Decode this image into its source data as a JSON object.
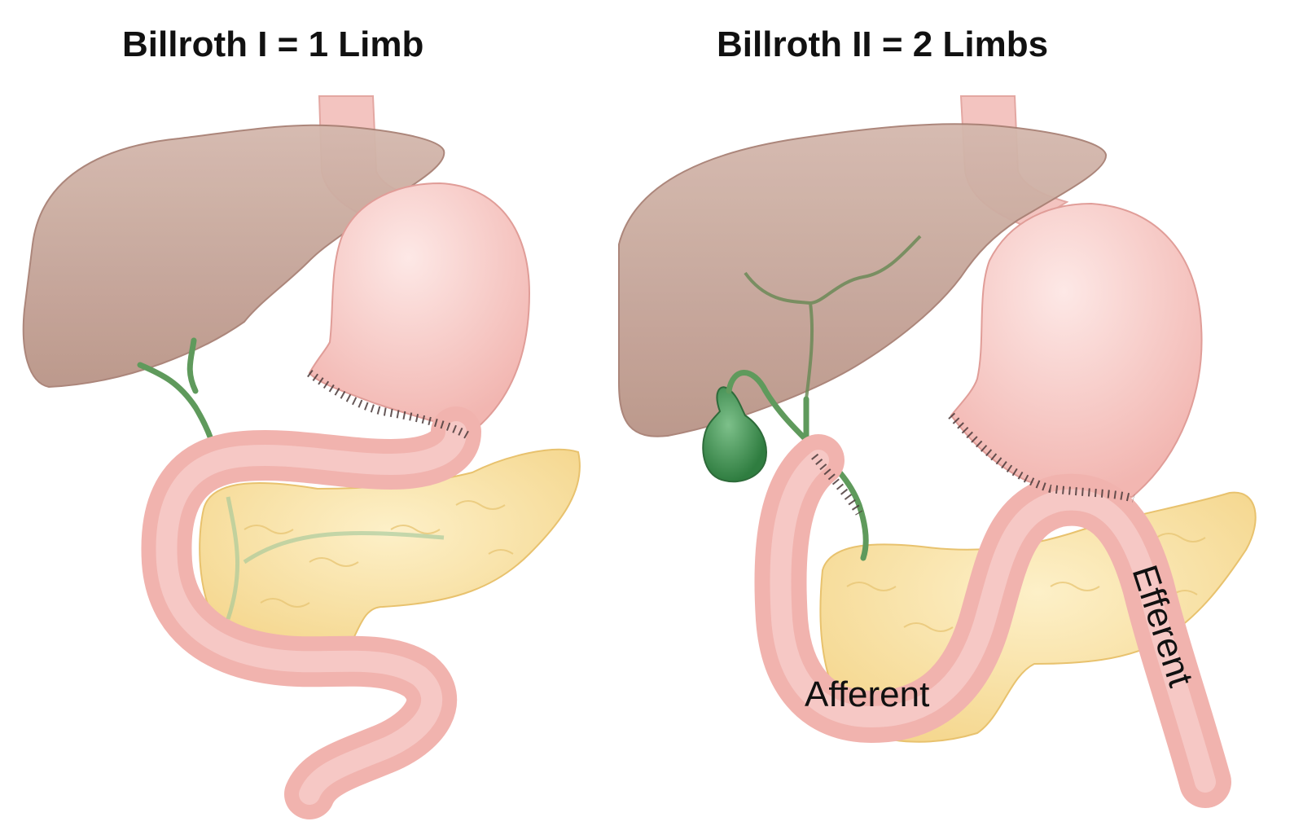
{
  "titles": {
    "left": "Billroth I = 1 Limb",
    "right": "Billroth II = 2 Limbs"
  },
  "labels": {
    "afferent": "Afferent",
    "efferent": "Efferent"
  },
  "colors": {
    "liver": "#c9ab9f",
    "stomach": "#f6c9c5",
    "intestine": "#f3b8b3",
    "pancreas": "#f8df9c",
    "bile": "#5f9a5c",
    "gallbladder": "#3b8a4b",
    "suture": "#4a3a3a"
  }
}
